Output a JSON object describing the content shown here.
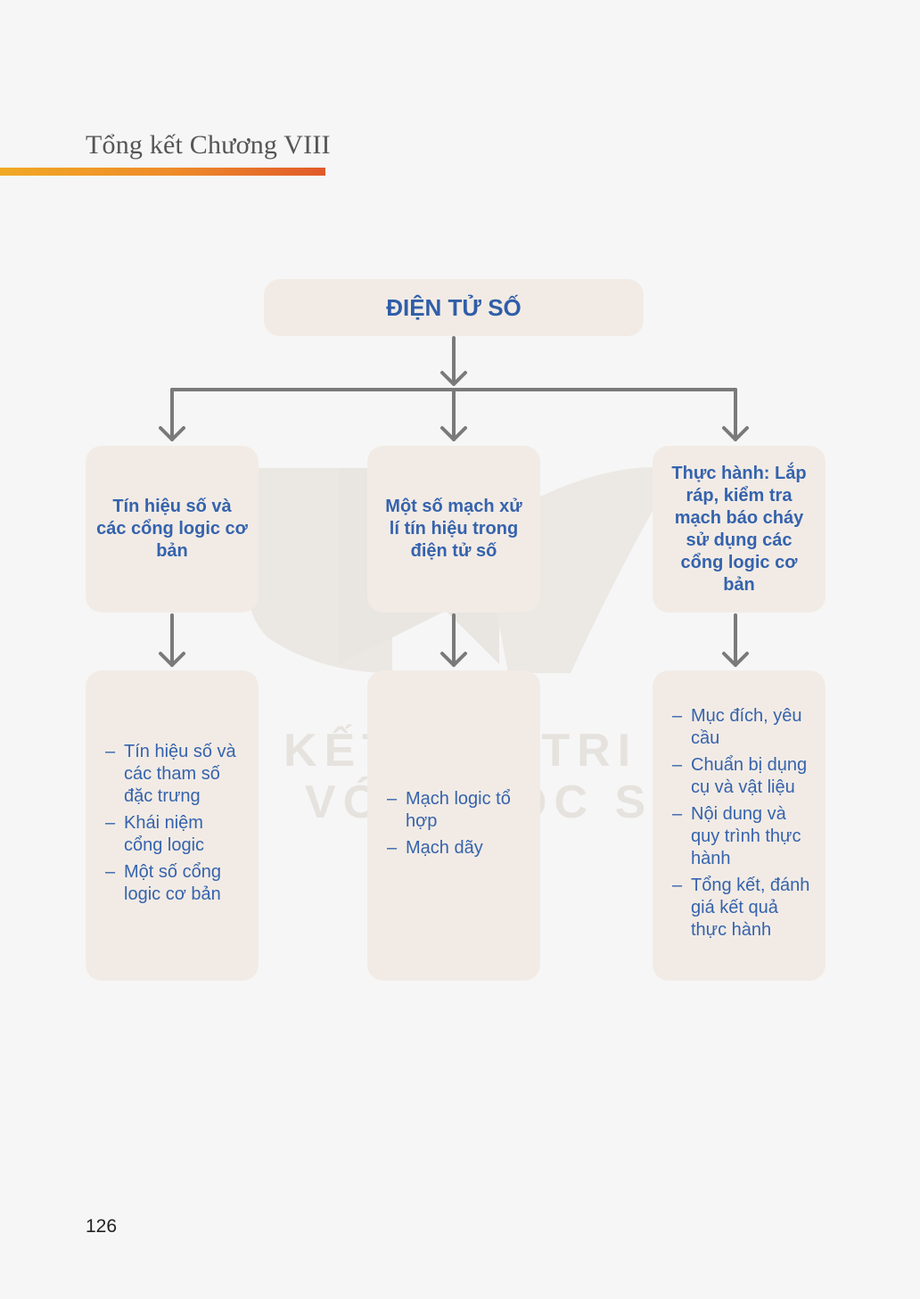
{
  "header": {
    "title": "Tổng kết Chương VIII",
    "bar_colors": [
      "#f1a925",
      "#e05a2a"
    ]
  },
  "diagram": {
    "root": "ĐIỆN TỬ SỐ",
    "branches": [
      {
        "title": "Tín hiệu số và các cổng logic cơ bản",
        "items": [
          "Tín hiệu số và các tham số đặc trưng",
          "Khái niệm cổng logic",
          "Một số cổng logic cơ bản"
        ]
      },
      {
        "title": "Một số mạch xử lí tín hiệu trong điện tử số",
        "items": [
          "Mạch logic tổ hợp",
          "Mạch dãy"
        ]
      },
      {
        "title": "Thực hành: Lắp ráp, kiểm tra mạch báo cháy sử dụng các cổng logic cơ bản",
        "items": [
          "Mục đích, yêu cầu",
          "Chuẩn bị dụng cụ và vật liệu",
          "Nội dung và quy trình thực hành",
          "Tổng kết, đánh giá kết quả thực hành"
        ]
      }
    ],
    "colors": {
      "box": "#f2ebe5",
      "text": "#3563ad",
      "connector": "#7a7a7a"
    }
  },
  "watermark": {
    "line1": "KẾT NỐI TRI THỨC",
    "line2": "VỚI CUỘC SỐNG"
  },
  "footer": {
    "page_number": "126"
  }
}
